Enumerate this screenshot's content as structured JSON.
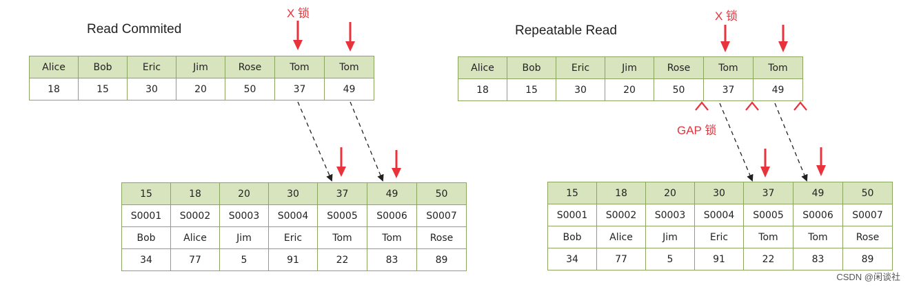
{
  "read_committed": {
    "title": "Read Commited",
    "x_lock_label": "X 锁",
    "name_row": [
      "Alice",
      "Bob",
      "Eric",
      "Jim",
      "Rose",
      "Tom",
      "Tom"
    ],
    "age_row": [
      "18",
      "15",
      "30",
      "20",
      "50",
      "37",
      "49"
    ],
    "index": {
      "age_row": [
        "15",
        "18",
        "20",
        "30",
        "37",
        "49",
        "50"
      ],
      "id_row": [
        "S0001",
        "S0002",
        "S0003",
        "S0004",
        "S0005",
        "S0006",
        "S0007"
      ],
      "name_row": [
        "Bob",
        "Alice",
        "Jim",
        "Eric",
        "Tom",
        "Tom",
        "Rose"
      ],
      "score_row": [
        "34",
        "77",
        "5",
        "91",
        "22",
        "83",
        "89"
      ]
    }
  },
  "repeatable_read": {
    "title": "Repeatable Read",
    "x_lock_label": "X 锁",
    "gap_lock_label": "GAP 锁",
    "name_row": [
      "Alice",
      "Bob",
      "Eric",
      "Jim",
      "Rose",
      "Tom",
      "Tom"
    ],
    "age_row": [
      "18",
      "15",
      "30",
      "20",
      "50",
      "37",
      "49"
    ],
    "index": {
      "age_row": [
        "15",
        "18",
        "20",
        "30",
        "37",
        "49",
        "50"
      ],
      "id_row": [
        "S0001",
        "S0002",
        "S0003",
        "S0004",
        "S0005",
        "S0006",
        "S0007"
      ],
      "name_row": [
        "Bob",
        "Alice",
        "Jim",
        "Eric",
        "Tom",
        "Tom",
        "Rose"
      ],
      "score_row": [
        "34",
        "77",
        "5",
        "91",
        "22",
        "83",
        "89"
      ]
    }
  },
  "colors": {
    "header_fill": "#d7e4bd",
    "border": "#8aa65e",
    "lock_red": "#e8323c",
    "dashed_arrow": "#222222"
  },
  "watermark": "CSDN @闲谈社"
}
